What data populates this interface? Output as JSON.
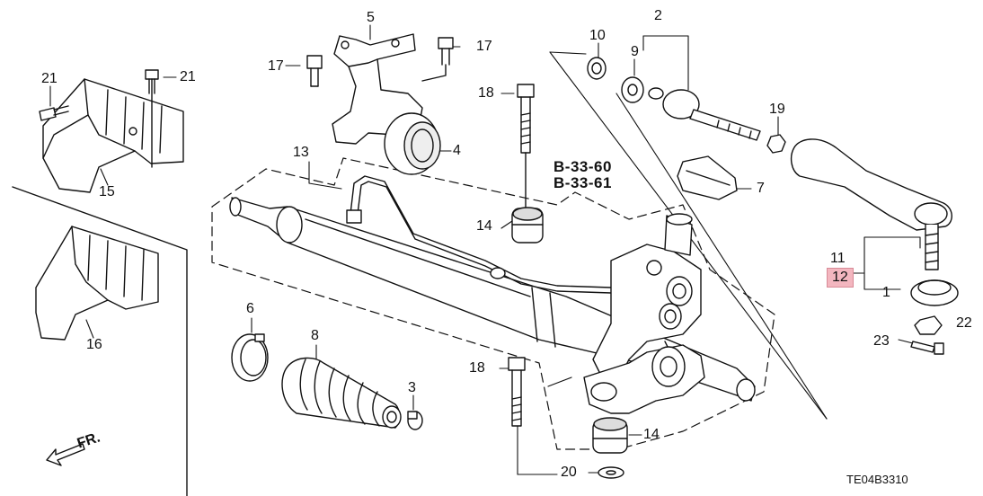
{
  "diagram_code": "TE04B3310",
  "direction_label": "FR.",
  "references": [
    "B-33-60",
    "B-33-61"
  ],
  "parts": {
    "p1": "1",
    "p2": "2",
    "p3": "3",
    "p4": "4",
    "p5": "5",
    "p6": "6",
    "p7": "7",
    "p8": "8",
    "p9": "9",
    "p10": "10",
    "p11": "11",
    "p12": "12",
    "p13": "13",
    "p14a": "14",
    "p14b": "14",
    "p15": "15",
    "p16": "16",
    "p17a": "17",
    "p17b": "17",
    "p18a": "18",
    "p18b": "18",
    "p19": "19",
    "p20": "20",
    "p21a": "21",
    "p21b": "21",
    "p22": "22",
    "p23": "23"
  },
  "highlighted_part": "12",
  "colors": {
    "line": "#111111",
    "highlight": "#f3b6bf",
    "fill": "#ffffff",
    "shade": "#d9d9d9"
  }
}
